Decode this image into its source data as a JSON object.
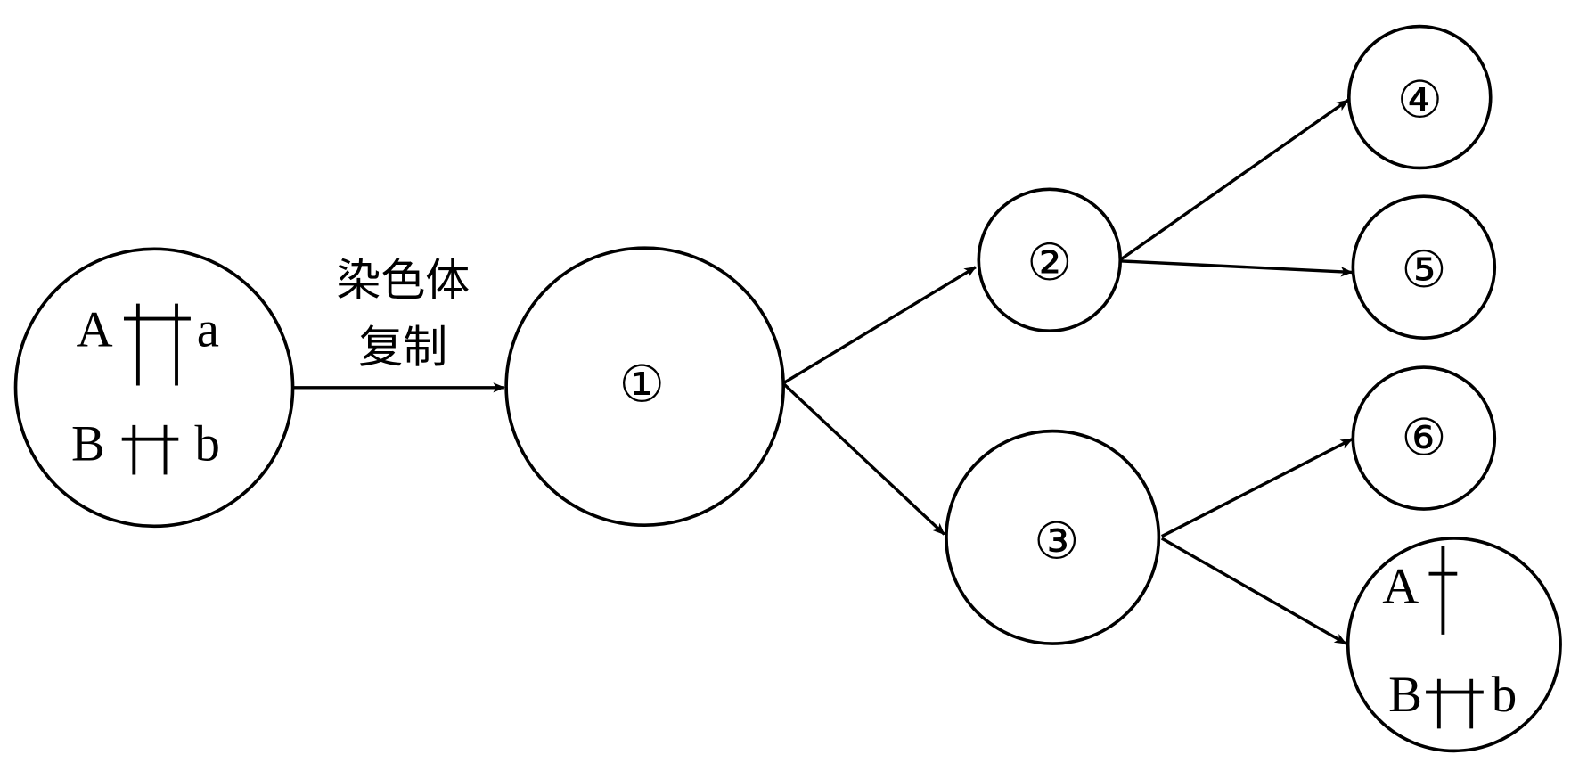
{
  "arrow_label": {
    "line1": "染色体",
    "line2": "复制"
  },
  "start_cell": {
    "top_left": "A",
    "top_right": "a",
    "bottom_left": "B",
    "bottom_right": "b"
  },
  "nodes": {
    "n1": "①",
    "n2": "②",
    "n3": "③",
    "n4": "④",
    "n5": "⑤",
    "n6": "⑥"
  },
  "end_cell": {
    "top_left": "A",
    "bottom_left": "B",
    "bottom_right": "b"
  },
  "colors": {
    "stroke": "#000000",
    "background": "#ffffff"
  }
}
